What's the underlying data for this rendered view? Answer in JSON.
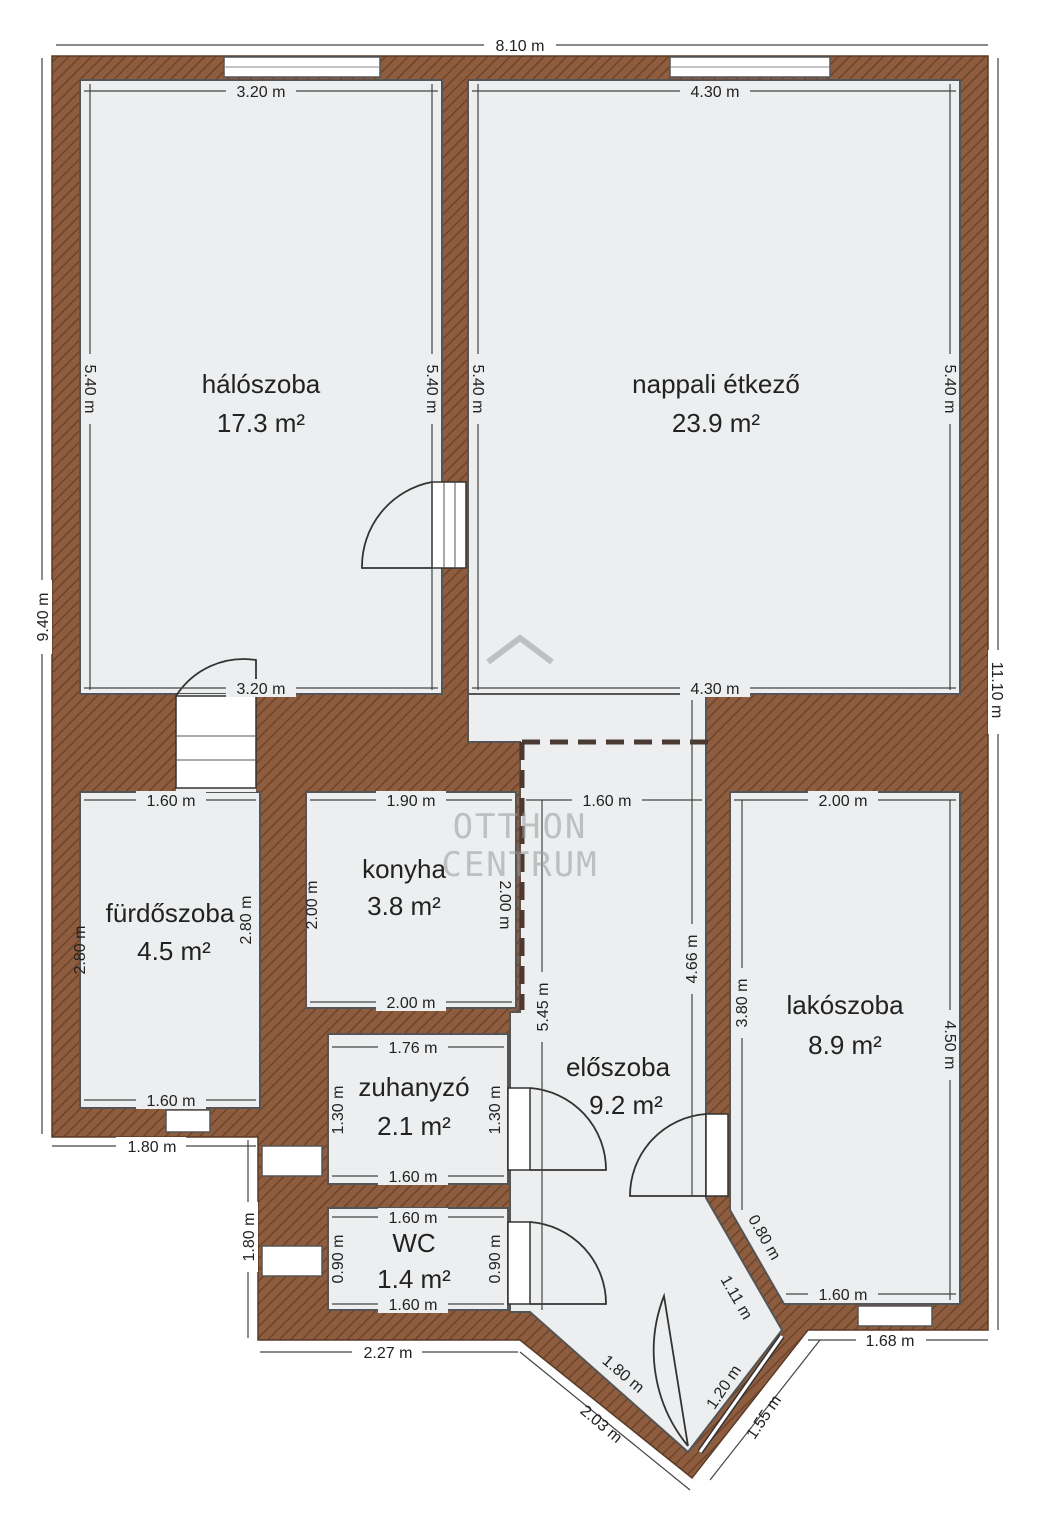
{
  "overall": {
    "width_top": "8.10 m",
    "height_left": "9.40 m",
    "height_right": "11.10 m"
  },
  "rooms": {
    "halo": {
      "name": "hálószoba",
      "area": "17.3 m²",
      "top": "3.20 m",
      "bottom": "3.20 m",
      "left": "5.40 m",
      "right": "5.40 m"
    },
    "nappali": {
      "name": "nappali étkező",
      "area": "23.9 m²",
      "top": "4.30 m",
      "bottom": "4.30 m",
      "left": "5.40 m",
      "right": "5.40 m"
    },
    "furdo": {
      "name": "fürdőszoba",
      "area": "4.5 m²",
      "top": "1.60 m",
      "bottom": "1.60 m",
      "left": "2.80 m",
      "right": "2.80 m"
    },
    "konyha": {
      "name": "konyha",
      "area": "3.8 m²",
      "top": "1.90 m",
      "bottom": "2.00 m",
      "left": "2.00 m",
      "right": "2.00 m"
    },
    "zuhany": {
      "name": "zuhanyzó",
      "area": "2.1 m²",
      "top": "1.76 m",
      "bottom": "1.60 m",
      "left": "1.30 m",
      "right": "1.30 m"
    },
    "wc": {
      "name": "WC",
      "area": "1.4 m²",
      "top": "1.60 m",
      "bottom": "1.60 m",
      "left": "0.90 m",
      "right": "0.90 m"
    },
    "eloszoba": {
      "name": "előszoba",
      "area": "9.2 m²",
      "top": "1.60 m",
      "left": "5.45 m",
      "right": "4.66 m",
      "diag1": "1.11 m",
      "diag2": "1.80 m",
      "door": "1.20 m"
    },
    "lako": {
      "name": "lakószoba",
      "area": "8.9 m²",
      "top": "2.00 m",
      "bottom": "1.60 m",
      "left": "3.80 m",
      "right": "4.50 m",
      "corner": "0.80 m"
    }
  },
  "exterior": {
    "bottom_left": "1.80 m",
    "left_lower": "1.80 m",
    "bottom_mid": "2.27 m",
    "diag_bottom": "2.03 m",
    "diag_right": "1.55 m",
    "bottom_right": "1.68 m"
  },
  "logo": {
    "line1": "OTTHON",
    "line2": "CENTRUM"
  },
  "colors": {
    "wall": "#8b5a3c",
    "floor": "#eceeef"
  }
}
